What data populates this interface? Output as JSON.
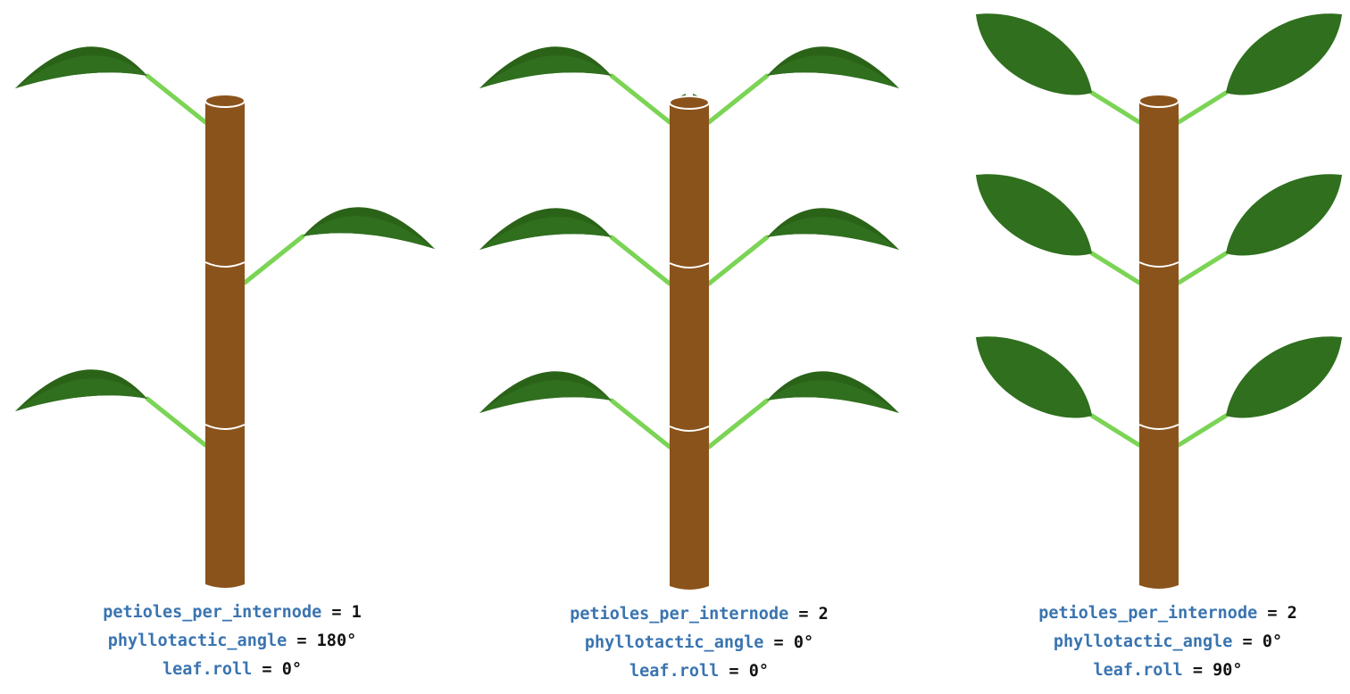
{
  "colors": {
    "stem": "#8b531c",
    "stem_node": "#ffffff",
    "petiole": "#7bd455",
    "leaf_dark": "#2a6317",
    "leaf_main": "#2f6f1e",
    "param_text": "#3a74b0",
    "value_text": "#111111"
  },
  "icons": {
    "plant": "plant-diagram-icon",
    "leaf": "leaf-icon",
    "stipule": "stipule-icon"
  },
  "panels": [
    {
      "id": "panel-1",
      "params": {
        "petioles_per_internode": {
          "name": "petioles_per_internode",
          "op": "=",
          "value": "1"
        },
        "phyllotactic_angle": {
          "name": "phyllotactic_angle",
          "op": "=",
          "value": "180°"
        },
        "leaf_roll": {
          "name": "leaf.roll",
          "op": "=",
          "value": "0°"
        }
      }
    },
    {
      "id": "panel-2",
      "params": {
        "petioles_per_internode": {
          "name": "petioles_per_internode",
          "op": "=",
          "value": "2"
        },
        "phyllotactic_angle": {
          "name": "phyllotactic_angle",
          "op": "=",
          "value": "0°"
        },
        "leaf_roll": {
          "name": "leaf.roll",
          "op": "=",
          "value": "0°"
        }
      }
    },
    {
      "id": "panel-3",
      "params": {
        "petioles_per_internode": {
          "name": "petioles_per_internode",
          "op": "=",
          "value": "2"
        },
        "phyllotactic_angle": {
          "name": "phyllotactic_angle",
          "op": "=",
          "value": "0°"
        },
        "leaf_roll": {
          "name": "leaf.roll",
          "op": "=",
          "value": "90°"
        }
      }
    }
  ]
}
